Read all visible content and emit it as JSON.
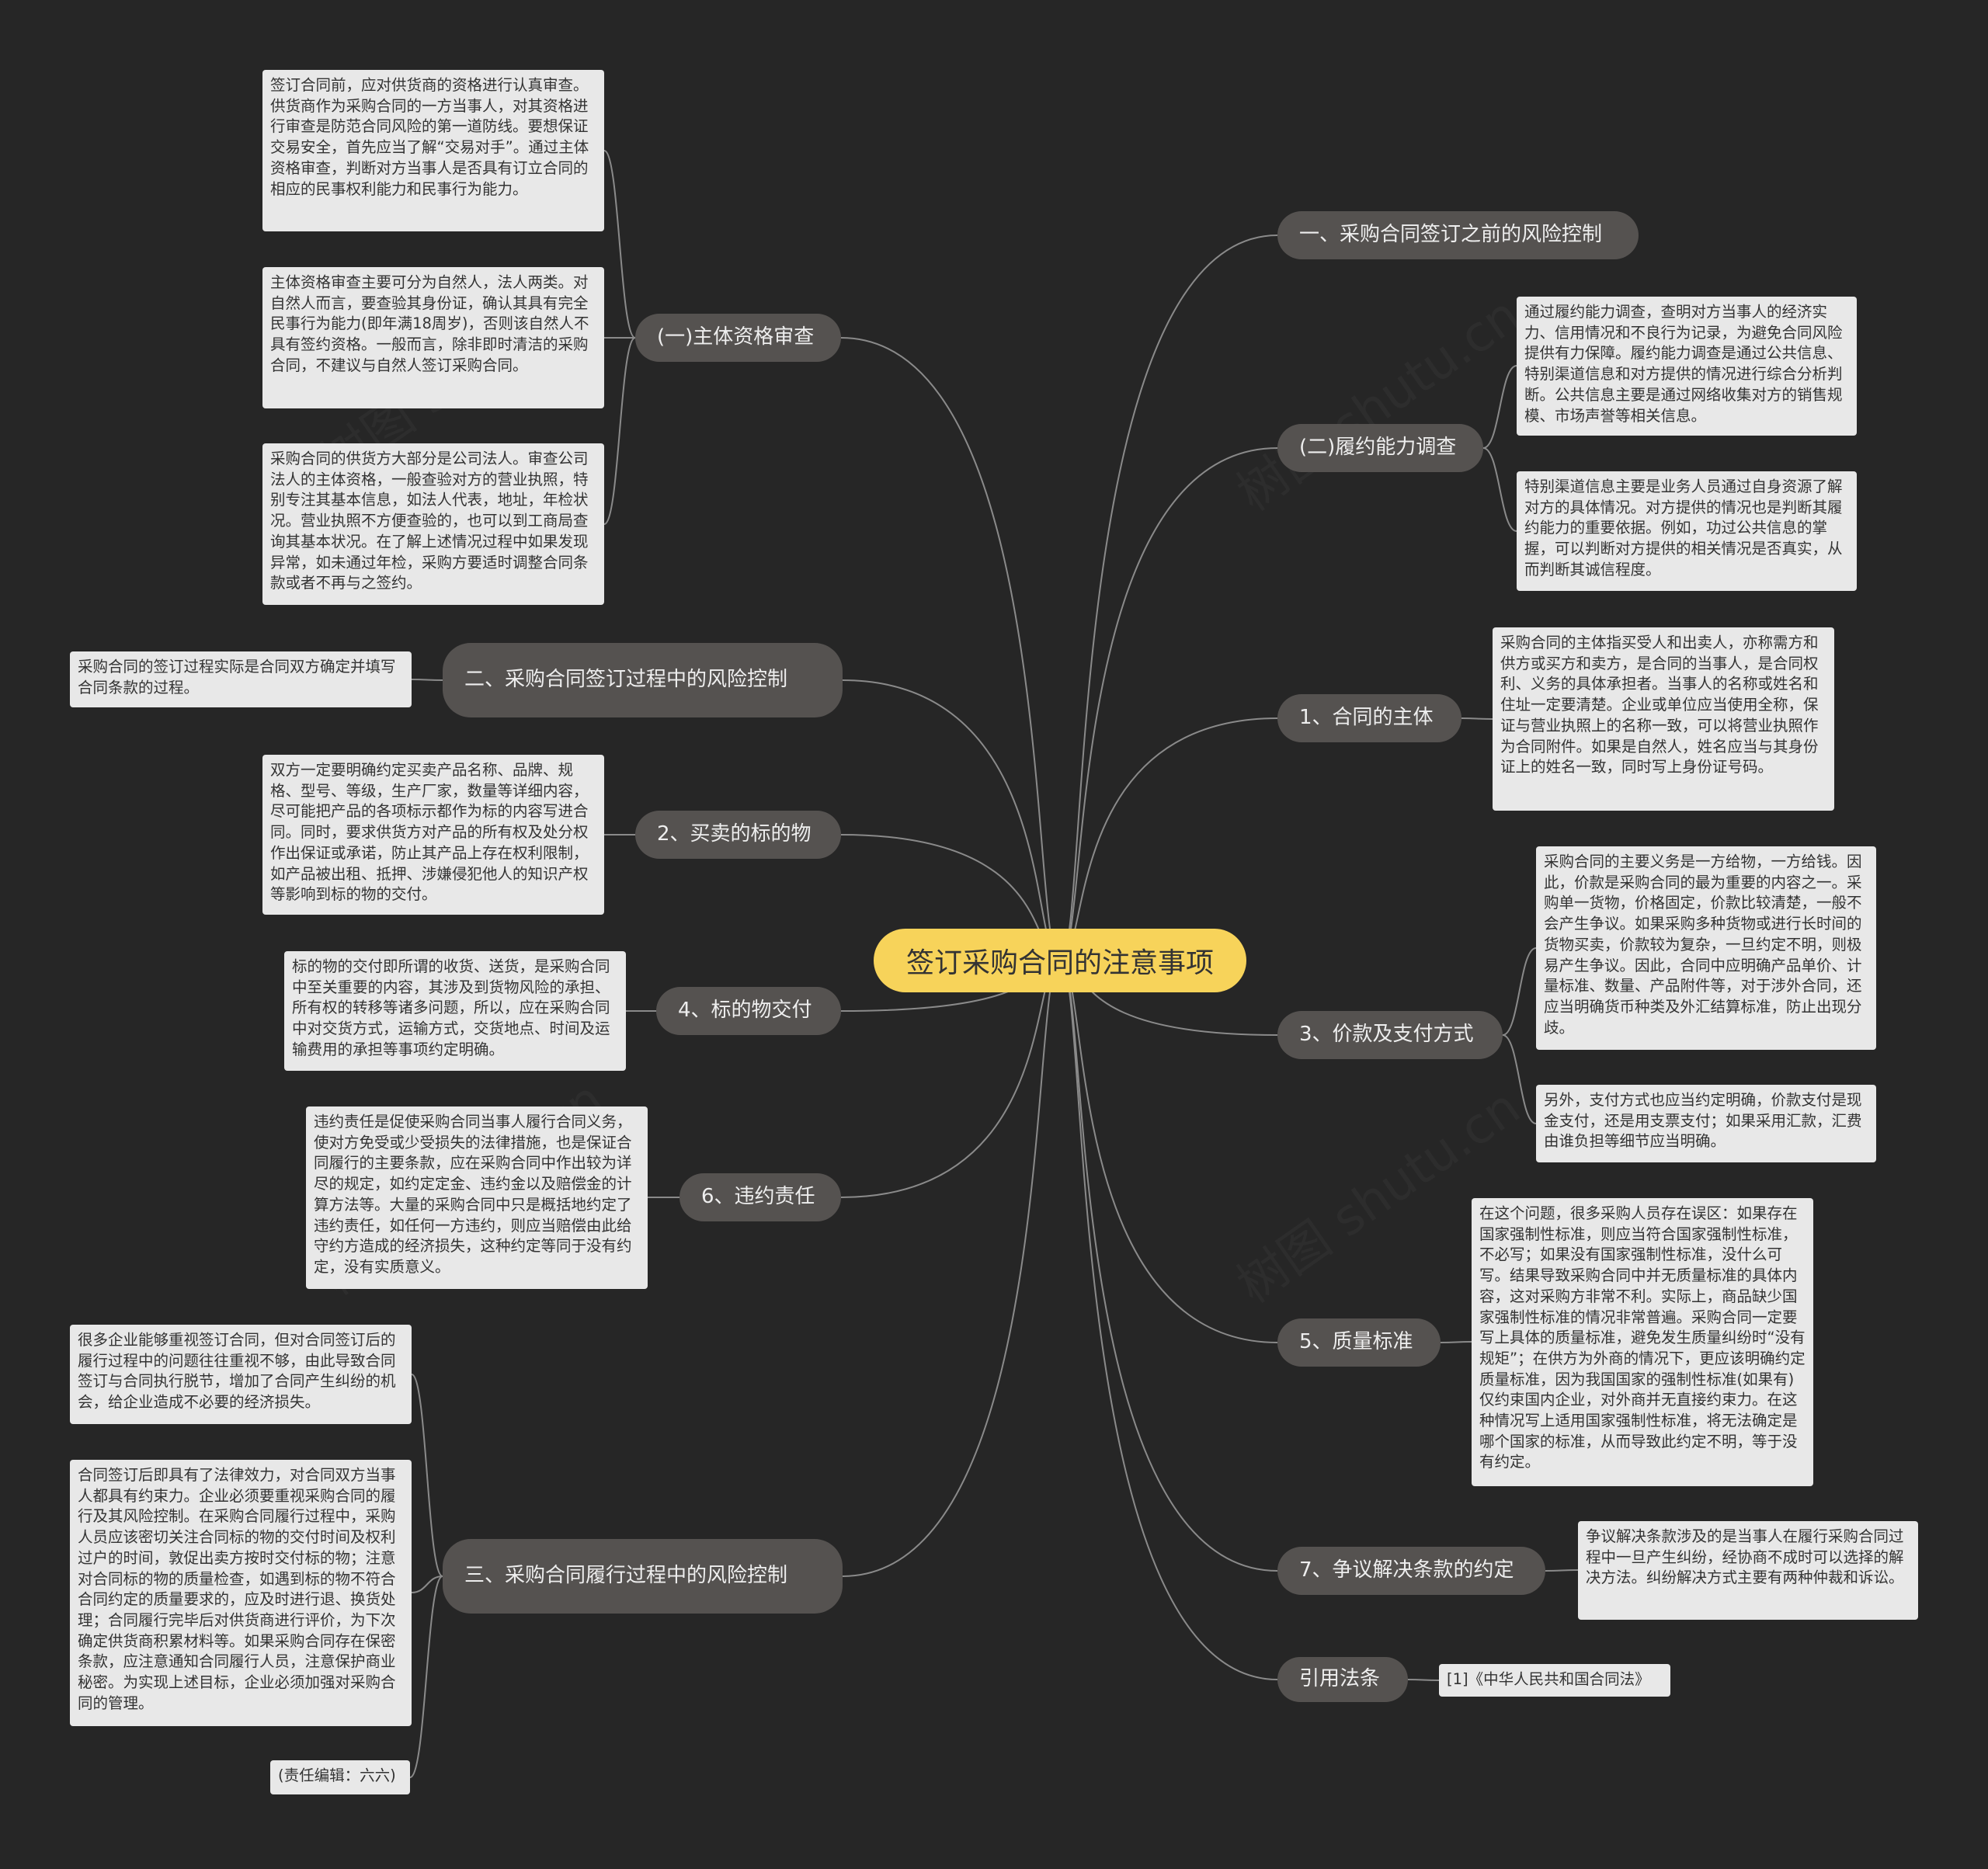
{
  "root": "签订采购合同的注意事项",
  "watermark": "树图 shutu.cn",
  "topics": {
    "t1": "一、采购合同签订之前的风险控制",
    "t2": "(二)履约能力调查",
    "t3": "1、合同的主体",
    "t4": "3、价款及支付方式",
    "t5": "5、质量标准",
    "t6": "7、争议解决条款的约定",
    "t7": "引用法条",
    "t8": "(一)主体资格审查",
    "t9": "二、采购合同签订过程中的风险控制",
    "t10": "2、买卖的标的物",
    "t11": "4、标的物交付",
    "t12": "6、违约责任",
    "t13": "三、采购合同履行过程中的风险控制"
  },
  "notes": {
    "n1": "通过履约能力调查，查明对方当事人的经济实力、信用情况和不良行为记录，为避免合同风险提供有力保障。履约能力调查是通过公共信息、特别渠道信息和对方提供的情况进行综合分析判断。公共信息主要是通过网络收集对方的销售规模、市场声誉等相关信息。",
    "n2": "特别渠道信息主要是业务人员通过自身资源了解对方的具体情况。对方提供的情况也是判断其履约能力的重要依据。例如，功过公共信息的掌握，可以判断对方提供的相关情况是否真实，从而判断其诚信程度。",
    "n3": "采购合同的主体指买受人和出卖人，亦称需方和供方或买方和卖方，是合同的当事人，是合同权利、义务的具体承担者。当事人的名称或姓名和住址一定要清楚。企业或单位应当使用全称，保证与营业执照上的名称一致，可以将营业执照作为合同附件。如果是自然人，姓名应当与其身份证上的姓名一致，同时写上身份证号码。",
    "n4": "采购合同的主要义务是一方给物，一方给钱。因此，价款是采购合同的最为重要的内容之一。采购单一货物，价格固定，价款比较清楚，一般不会产生争议。如果采购多种货物或进行长时间的货物买卖，价款较为复杂，一旦约定不明，则极易产生争议。因此，合同中应明确产品单价、计量标准、数量、产品附件等，对于涉外合同，还应当明确货币种类及外汇结算标准，防止出现分歧。",
    "n5": "另外，支付方式也应当约定明确，价款支付是现金支付，还是用支票支付；如果采用汇款，汇费由谁负担等细节应当明确。",
    "n6": "在这个问题，很多采购人员存在误区：如果存在国家强制性标准，则应当符合国家强制性标准，不必写；如果没有国家强制性标准，没什么可写。结果导致采购合同中并无质量标准的具体内容，这对采购方非常不利。实际上，商品缺少国家强制性标准的情况非常普遍。采购合同一定要写上具体的质量标准，避免发生质量纠纷时“没有规矩”；在供方为外商的情况下，更应该明确约定质量标准，因为我国国家的强制性标准(如果有)仅约束国内企业，对外商并无直接约束力。在这种情况写上适用国家强制性标准，将无法确定是哪个国家的标准，从而导致此约定不明，等于没有约定。",
    "n7": "争议解决条款涉及的是当事人在履行采购合同过程中一旦产生纠纷，经协商不成时可以选择的解决方法。纠纷解决方式主要有两种仲裁和诉讼。",
    "n8": "[1]《中华人民共和国合同法》",
    "n9": "签订合同前，应对供货商的资格进行认真审查。供货商作为采购合同的一方当事人，对其资格进行审查是防范合同风险的第一道防线。要想保证交易安全，首先应当了解“交易对手”。通过主体资格审查，判断对方当事人是否具有订立合同的相应的民事权利能力和民事行为能力。",
    "n10": "主体资格审查主要可分为自然人，法人两类。对自然人而言，要查验其身份证，确认其具有完全民事行为能力(即年满18周岁)，否则该自然人不具有签约资格。一般而言，除非即时清洁的采购合同，不建议与自然人签订采购合同。",
    "n11": "采购合同的供货方大部分是公司法人。审查公司法人的主体资格，一般查验对方的营业执照，特别专注其基本信息，如法人代表，地址，年检状况。营业执照不方便查验的，也可以到工商局查询其基本状况。在了解上述情况过程中如果发现异常，如未通过年检，采购方要适时调整合同条款或者不再与之签约。",
    "n12": "采购合同的签订过程实际是合同双方确定并填写合同条款的过程。",
    "n13": "双方一定要明确约定买卖产品名称、品牌、规格、型号、等级，生产厂家，数量等详细内容，尽可能把产品的各项标示都作为标的内容写进合同。同时，要求供货方对产品的所有权及处分权作出保证或承诺，防止其产品上存在权利限制，如产品被出租、抵押、涉嫌侵犯他人的知识产权等影响到标的物的交付。",
    "n14": "标的物的交付即所谓的收货、送货，是采购合同中至关重要的内容，其涉及到货物风险的承担、所有权的转移等诸多问题，所以，应在采购合同中对交货方式，运输方式，交货地点、时间及运输费用的承担等事项约定明确。",
    "n15": "违约责任是促使采购合同当事人履行合同义务，使对方免受或少受损失的法律措施，也是保证合同履行的主要条款，应在采购合同中作出较为详尽的规定，如约定定金、违约金以及赔偿金的计算方法等。大量的采购合同中只是概括地约定了违约责任，如任何一方违约，则应当赔偿由此给守约方造成的经济损失，这种约定等同于没有约定，没有实质意义。",
    "n16": "很多企业能够重视签订合同，但对合同签订后的履行过程中的问题往往重视不够，由此导致合同签订与合同执行脱节，增加了合同产生纠纷的机会，给企业造成不必要的经济损失。",
    "n17": "合同签订后即具有了法律效力，对合同双方当事人都具有约束力。企业必须要重视采购合同的履行及其风险控制。在采购合同履行过程中，采购人员应该密切关注合同标的物的交付时间及权利过户的时间，敦促出卖方按时交付标的物；注意对合同标的物的质量检查，如遇到标的物不符合合同约定的质量要求的，应及时进行退、换货处理；合同履行完毕后对供货商进行评价，为下次确定供货商积累材料等。如果采购合同存在保密条款，应注意通知合同履行人员，注意保护商业秘密。为实现上述目标，企业必须加强对采购合同的管理。",
    "n18": "(责任编辑：六六)"
  }
}
